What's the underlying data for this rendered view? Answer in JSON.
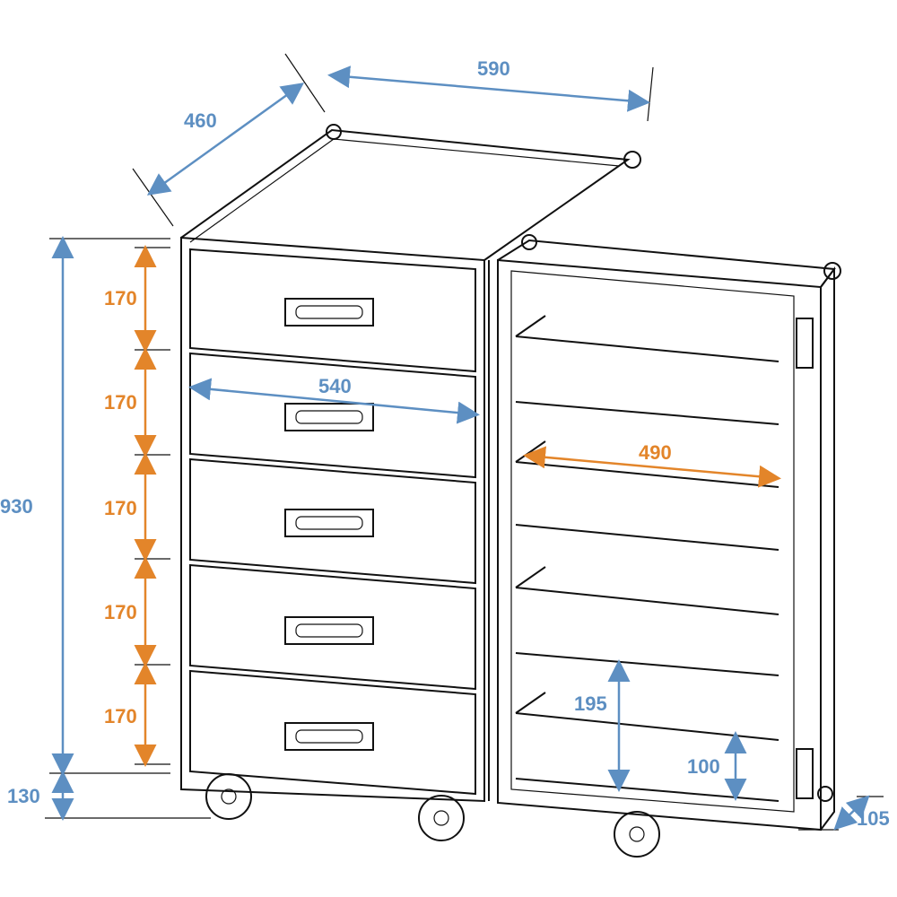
{
  "title": "Drawer case with wheels - dimension drawing",
  "colors": {
    "dimension_outer": "#5d8fc2",
    "dimension_inner": "#e3852a",
    "line": "#111111"
  },
  "units": "mm",
  "dimensions": {
    "width_top": "590",
    "depth_top": "460",
    "drawer_heights": [
      "170",
      "170",
      "170",
      "170",
      "170"
    ],
    "drawer_width": "540",
    "body_height": "930",
    "wheel_height": "130",
    "shelf_width": "490",
    "shelf_spacing": "195",
    "shelf_lip": "100",
    "lid_depth": "105"
  }
}
